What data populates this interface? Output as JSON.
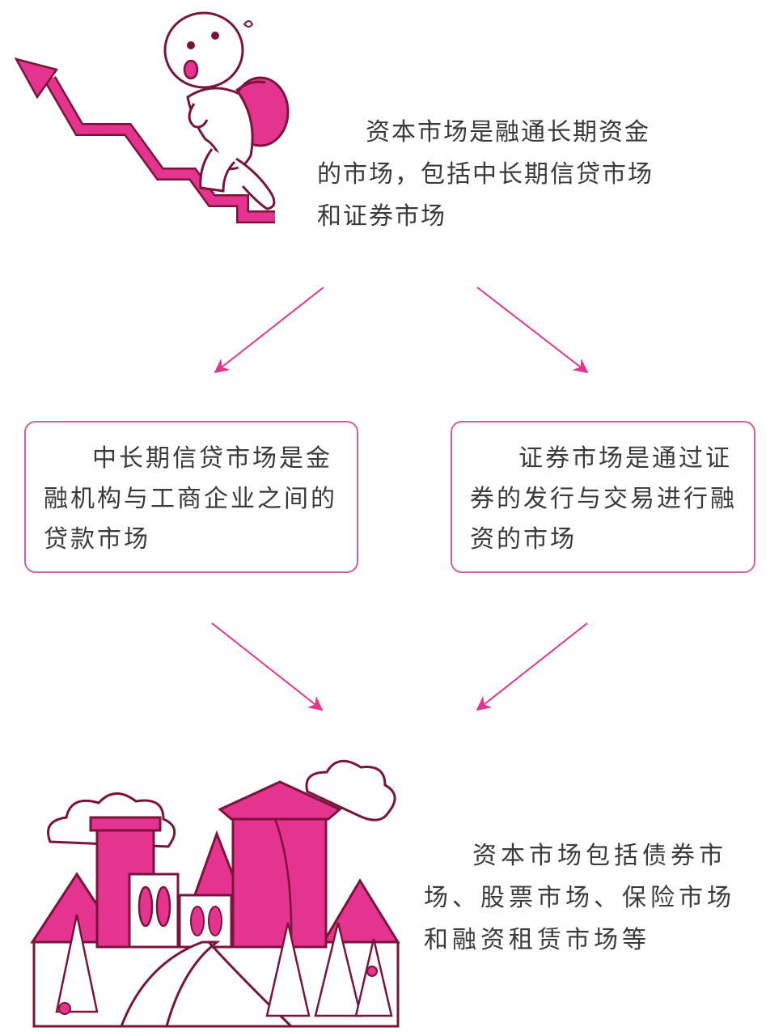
{
  "colors": {
    "accent": "#e4348f",
    "dark_outline": "#7a1438",
    "text": "#3a3a3a",
    "box_border": "#d4609a"
  },
  "top_description": "资本市场是融通长期资金的市场，包括中长期信贷市场和证券市场",
  "left_box": "中长期信贷市场是金融机构与工商企业之间的贷款市场",
  "right_box": "证券市场是通过证券的发行与交易进行融资的市场",
  "bottom_description": "资本市场包括债券市场、股票市场、保险市场和融资租赁市场等",
  "icons": [
    "climbing-character-illustration",
    "city-buildings-illustration"
  ]
}
